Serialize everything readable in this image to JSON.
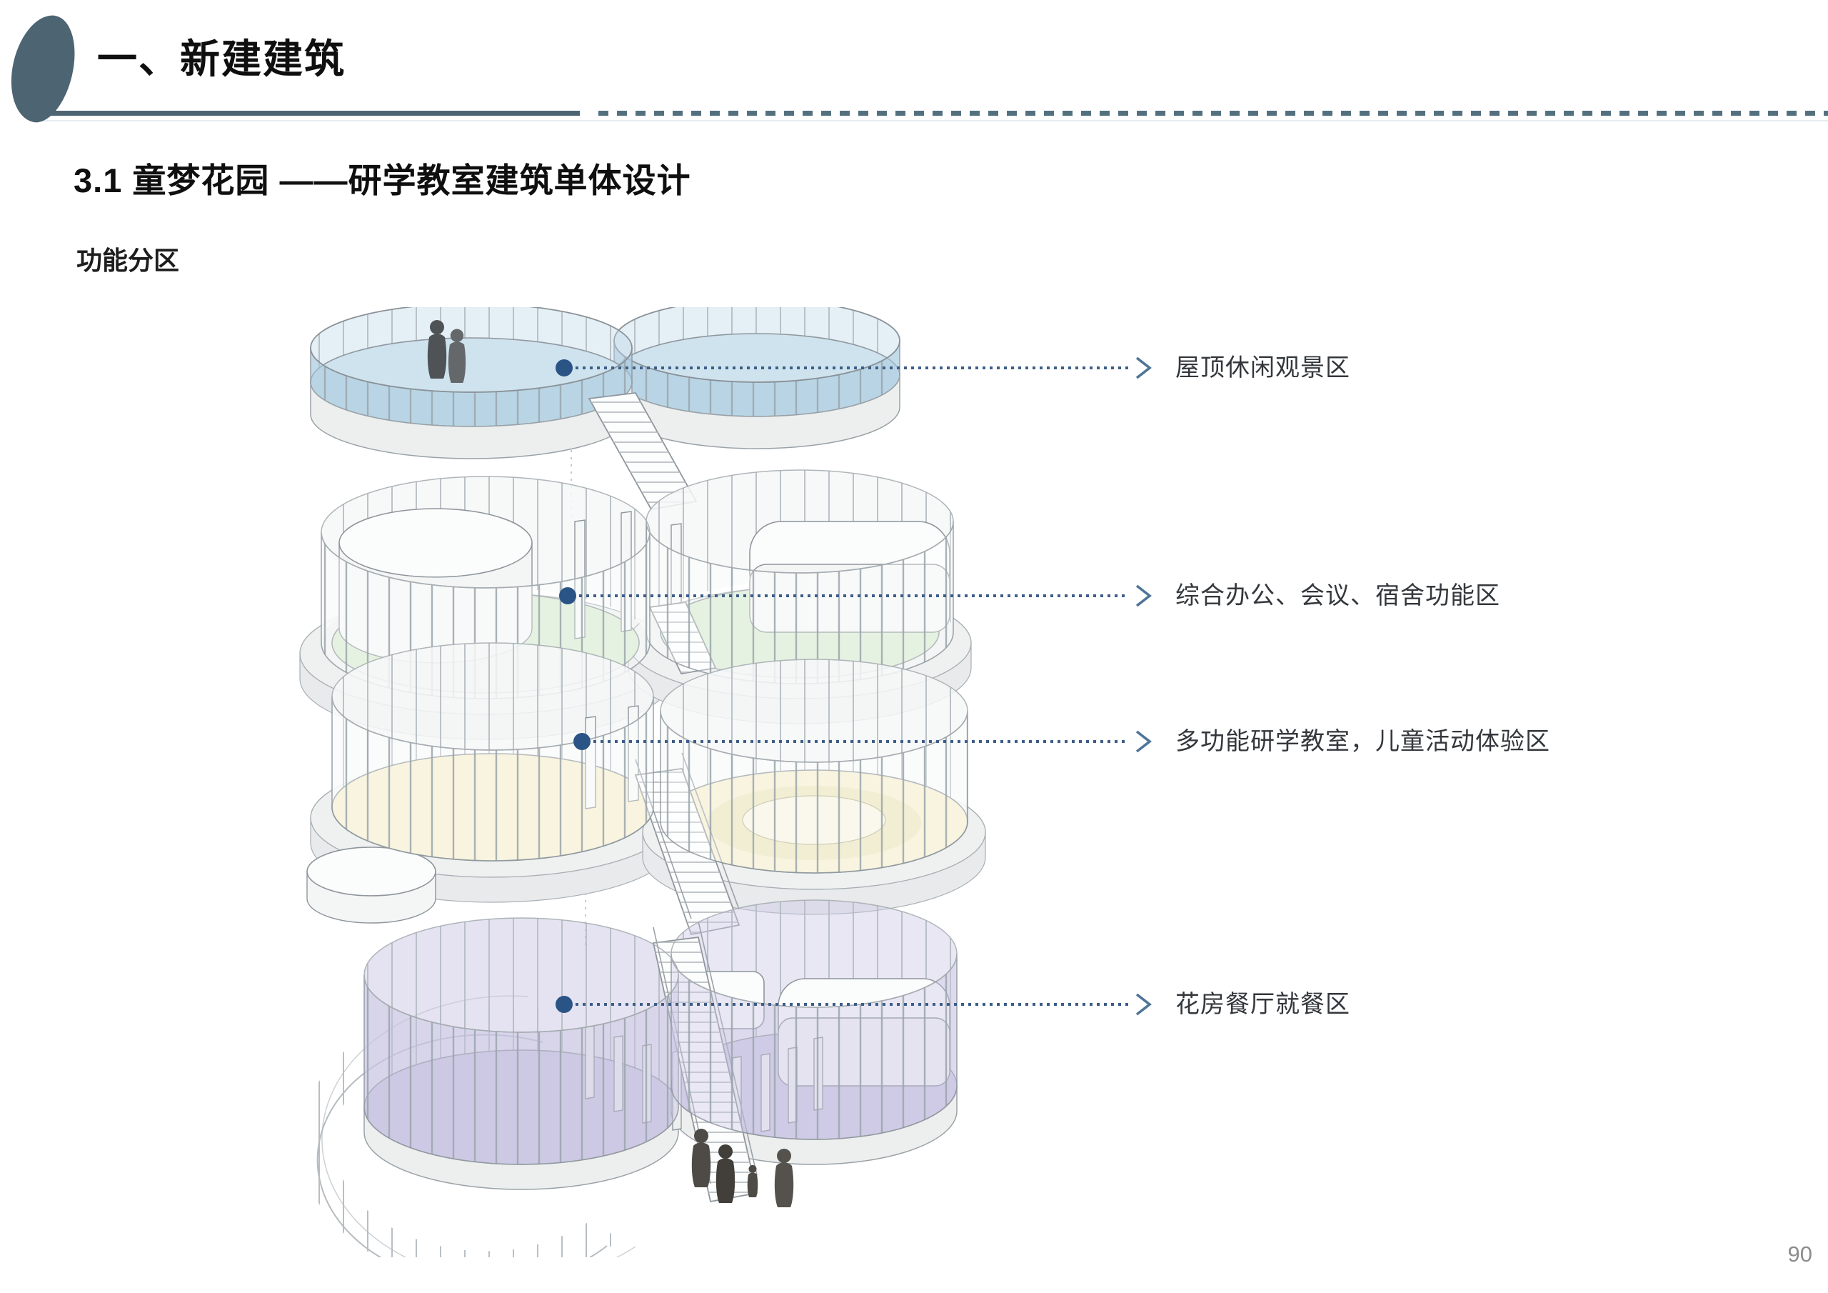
{
  "page": {
    "background": "#ffffff",
    "page_number": "90"
  },
  "header": {
    "section_title": "一、新建建筑",
    "accent_color": "#4d6472"
  },
  "titles": {
    "subtitle": "3.1 童梦花园 ——研学教室建筑单体设计",
    "section_label": "功能分区"
  },
  "diagram": {
    "type": "exploded-axonometric-building",
    "marker_color": "#2a5486",
    "leader_color": "#3c5d88",
    "floors": [
      {
        "name": "roof-deck",
        "label": "屋顶休闲观景区",
        "zone_color": "#cfe3ee"
      },
      {
        "name": "office-meeting-dorm",
        "label": "综合办公、会议、宿舍功能区",
        "zone_color": "#d9ecd2"
      },
      {
        "name": "classroom-children-activity",
        "label": "多功能研学教室，儿童活动体验区",
        "zone_color": "#f4eecf"
      },
      {
        "name": "greenhouse-dining",
        "label": "花房餐厅就餐区",
        "zone_color": "#cdc9e4"
      }
    ]
  }
}
